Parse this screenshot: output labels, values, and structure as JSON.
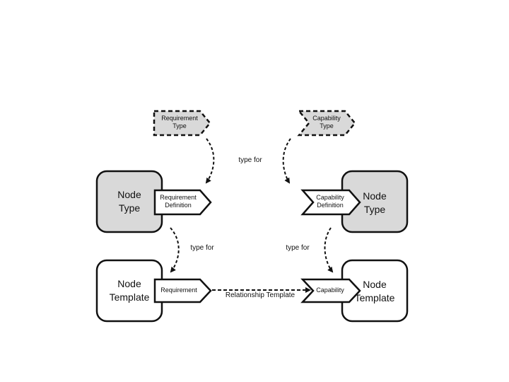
{
  "nodes": {
    "left_type": {
      "line1": "Node",
      "line2": "Type",
      "fill": "#d9d9d9"
    },
    "right_type": {
      "line1": "Node",
      "line2": "Type",
      "fill": "#d9d9d9"
    },
    "left_template": {
      "line1": "Node",
      "line2": "Template",
      "fill": "#ffffff"
    },
    "right_template": {
      "line1": "Node",
      "line2": "Template",
      "fill": "#ffffff"
    }
  },
  "tags": {
    "requirement_type": {
      "line1": "Requirement",
      "line2": "Type",
      "style": "dashed",
      "fill": "#d9d9d9"
    },
    "capability_type": {
      "line1": "Capability",
      "line2": "Type",
      "style": "dashed",
      "fill": "#d9d9d9"
    },
    "requirement_definition": {
      "line1": "Requirement",
      "line2": "Definition",
      "style": "solid",
      "fill": "#ffffff"
    },
    "capability_definition": {
      "line1": "Capability",
      "line2": "Definition",
      "style": "solid",
      "fill": "#ffffff"
    },
    "requirement": {
      "label": "Requirement",
      "style": "solid",
      "fill": "#ffffff"
    },
    "capability": {
      "label": "Capability",
      "style": "solid",
      "fill": "#ffffff"
    }
  },
  "edges": {
    "type_for_top": "type for",
    "type_for_left": "type for",
    "type_for_right": "type for",
    "relationship_template": "Relationship Template"
  }
}
